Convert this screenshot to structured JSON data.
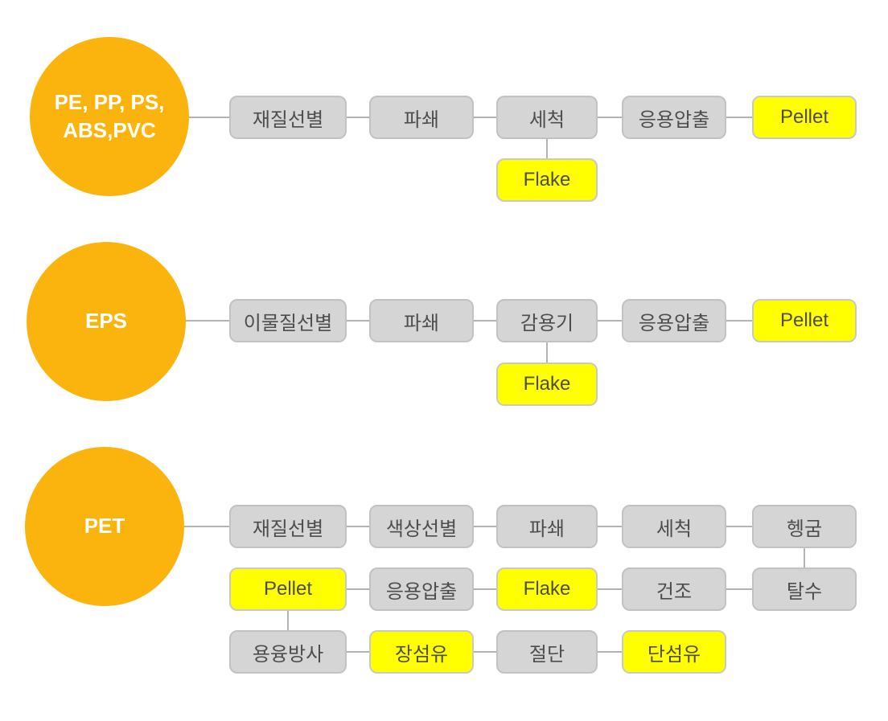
{
  "palette": {
    "circle_orange": "#FBB40D",
    "circle_text": "#FFFFFF",
    "box_gray_fill": "#D5D5D5",
    "box_gray_border": "#C2C2C2",
    "box_yellow_fill": "#FFFF00",
    "box_yellow_border": "#C9C9C9",
    "connector_gray": "#B3B3B3",
    "box_text": "#4D4D4D",
    "background": "#FFFFFF"
  },
  "flows": [
    {
      "source_line1": "PE, PP, PS,",
      "source_line2": "ABS,PVC",
      "steps": [
        "재질선별",
        "파쇄",
        "세척",
        "응용압출",
        "Pellet"
      ],
      "branch_label": "Flake"
    },
    {
      "source_line1": "EPS",
      "steps": [
        "이물질선별",
        "파쇄",
        "감용기",
        "응용압출",
        "Pellet"
      ],
      "branch_label": "Flake"
    },
    {
      "source_line1": "PET",
      "line1": [
        "재질선별",
        "색상선별",
        "파쇄",
        "세척",
        "헹굼"
      ],
      "line2": [
        "Pellet",
        "응용압출",
        "Flake",
        "건조",
        "탈수"
      ],
      "line3": [
        "용융방사",
        "장섬유",
        "절단",
        "단섬유"
      ]
    }
  ]
}
